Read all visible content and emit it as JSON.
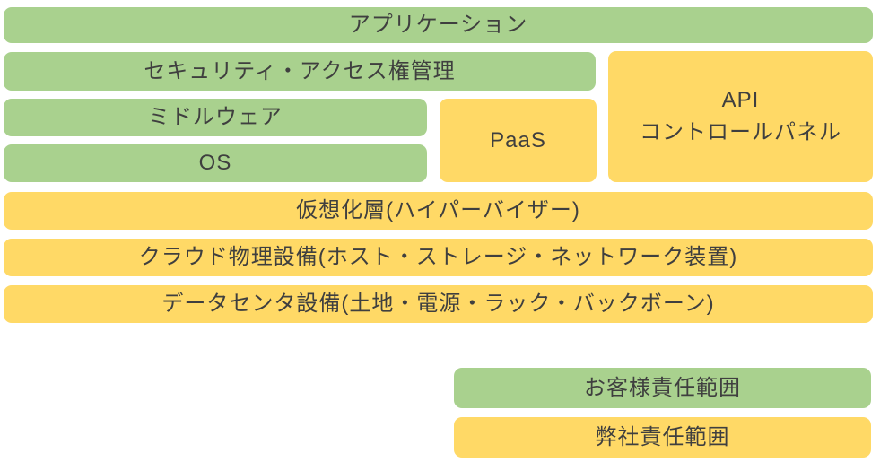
{
  "colors": {
    "customer_green": "#a9d18e",
    "company_yellow": "#ffd966",
    "text": "#3f3f3f"
  },
  "layers": {
    "application": "アプリケーション",
    "security": "セキュリティ・アクセス権管理",
    "middleware": "ミドルウェア",
    "os": "OS",
    "paas": "PaaS",
    "api_line1": "API",
    "api_line2": "コントロールパネル",
    "virtualization": "仮想化層(ハイパーバイザー)",
    "physical_facility": "クラウド物理設備(ホスト・ストレージ・ネットワーク装置)",
    "datacenter_facility": "データセンタ設備(土地・電源・ラック・バックボーン)"
  },
  "legend": {
    "customer_scope": "お客様責任範囲",
    "company_scope": "弊社責任範囲"
  }
}
